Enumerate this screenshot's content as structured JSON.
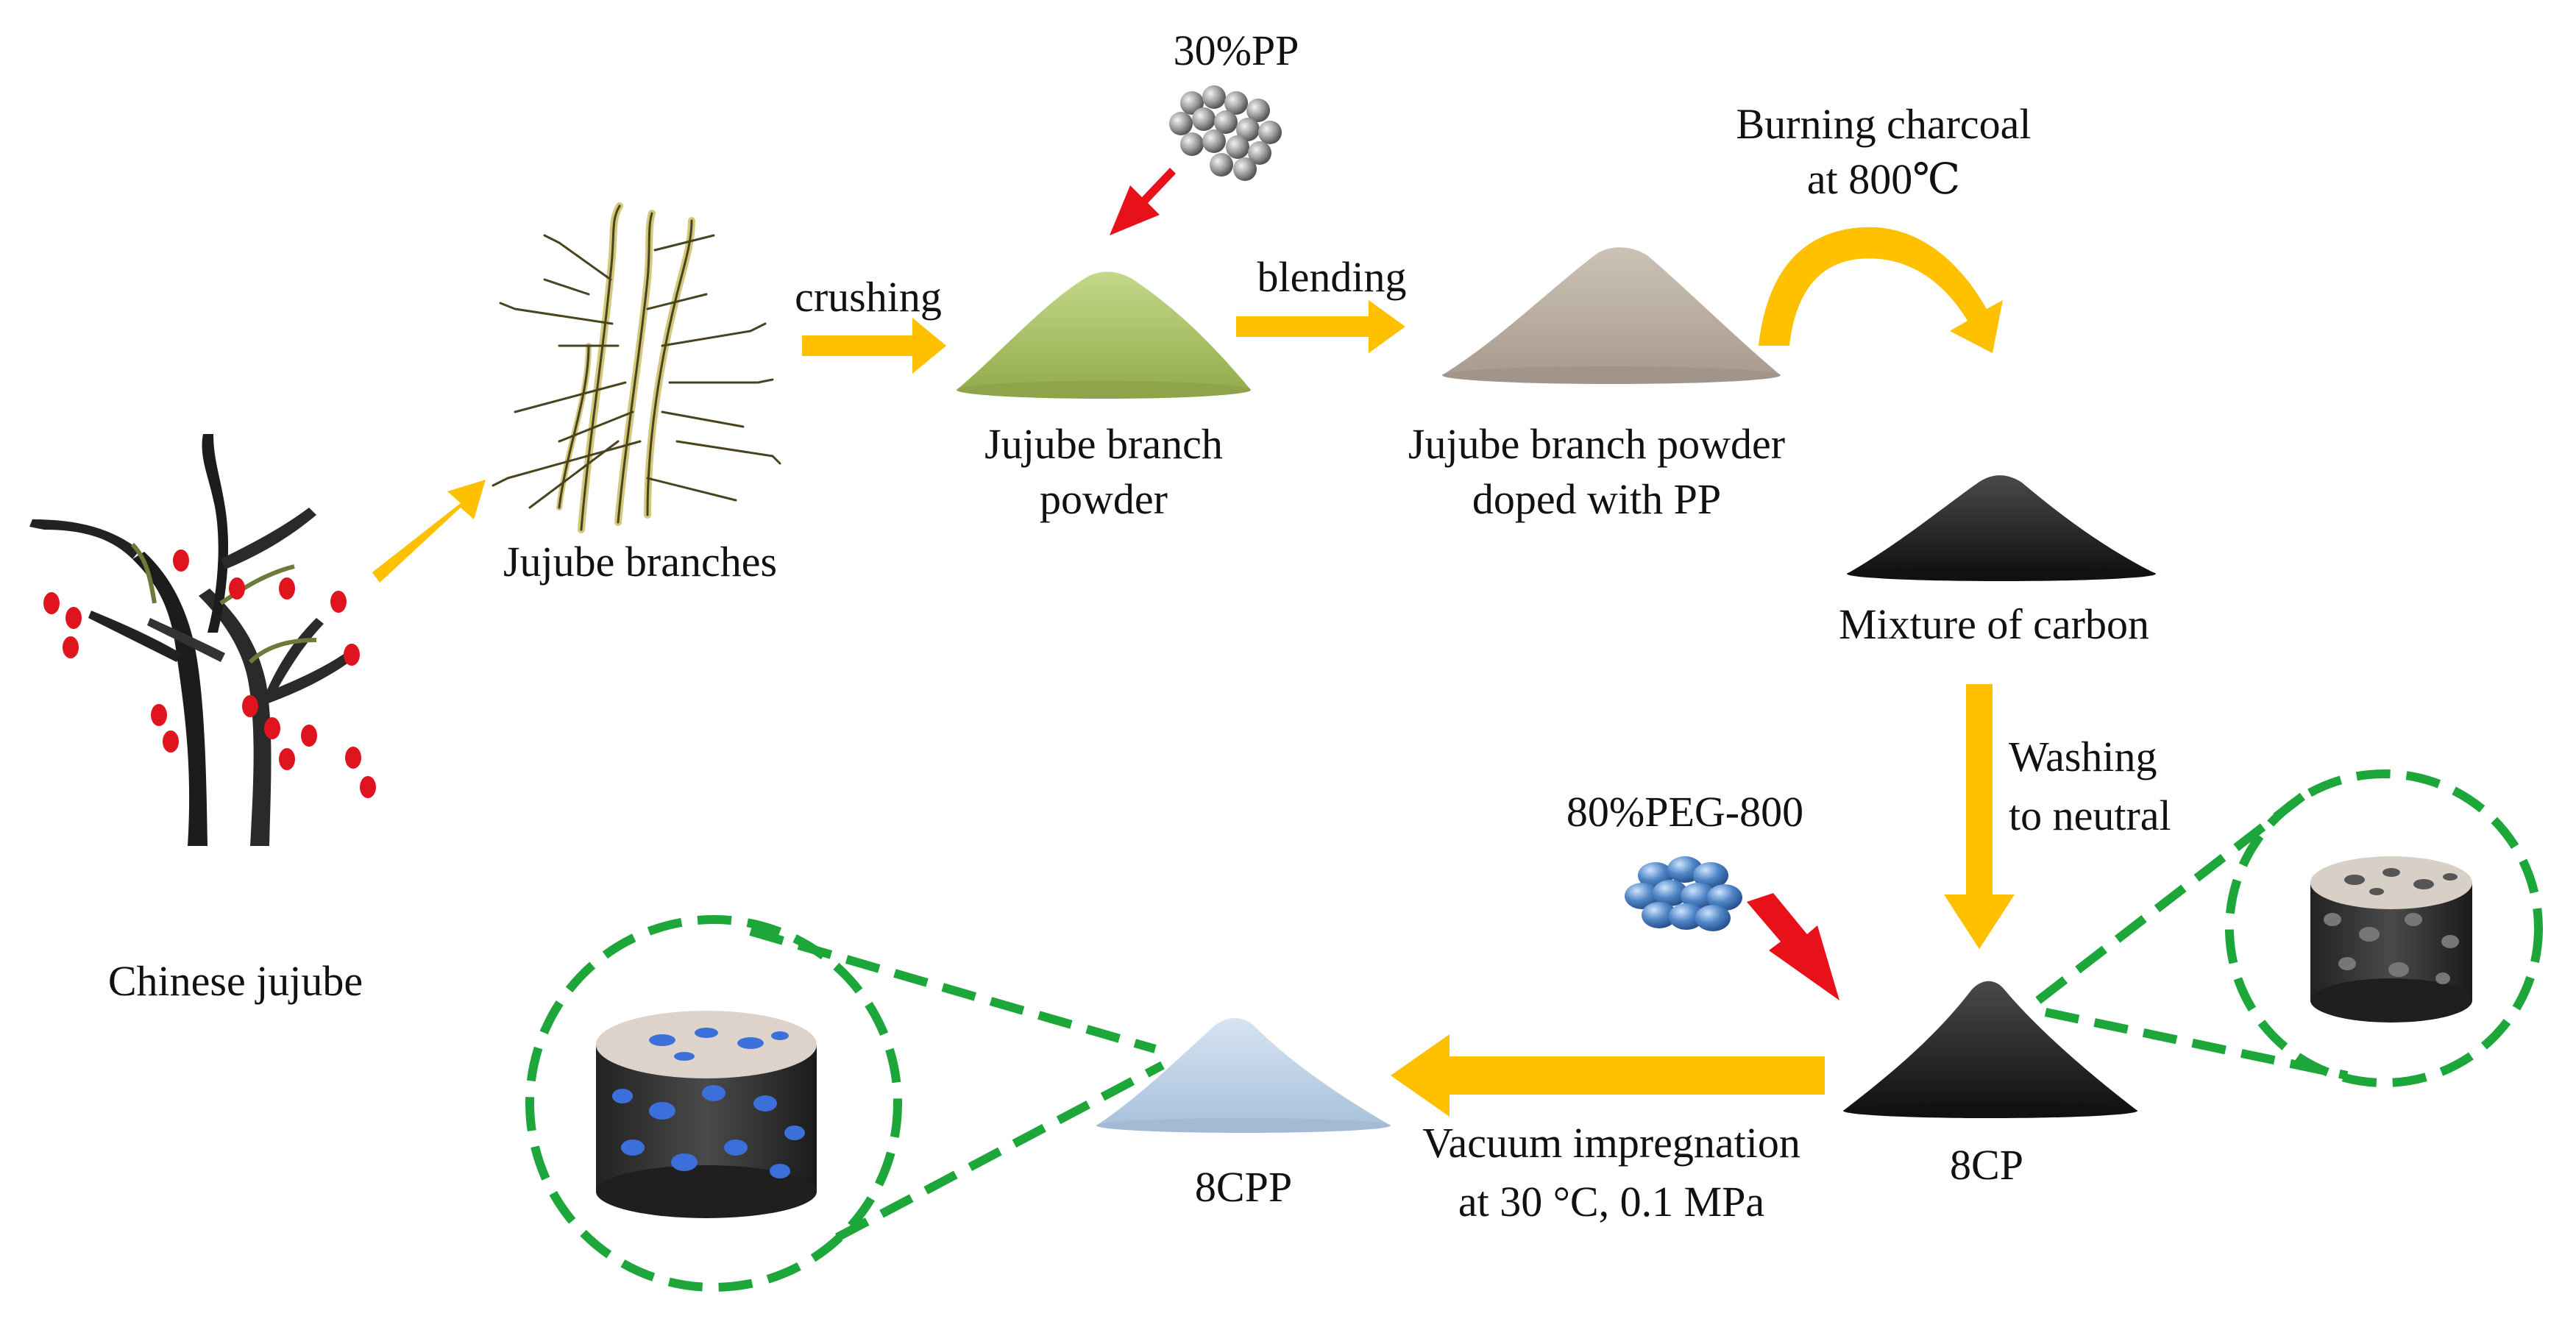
{
  "labels": {
    "chinese_jujube": "Chinese jujube",
    "jujube_branches": "Jujube branches",
    "crushing": "crushing",
    "pp_30": "30%PP",
    "jujube_powder_1": "Jujube branch",
    "jujube_powder_2": "powder",
    "blending": "blending",
    "doped_1": "Jujube branch powder",
    "doped_2": "doped with PP",
    "burning_1": "Burning charcoal",
    "burning_2": "at 800℃",
    "mixture": "Mixture of carbon",
    "washing_1": "Washing",
    "washing_2": "to neutral",
    "peg": "80%PEG-800",
    "cp": "8CP",
    "cpp": "8CPP",
    "vacuum_1": "Vacuum impregnation",
    "vacuum_2": "at 30 °C, 0.1 MPa"
  },
  "colors": {
    "arrow_yellow": "#FFC000",
    "arrow_red": "#E8111A",
    "dash_green": "#1DA63A",
    "powder_green": "#A8C060",
    "powder_beige": "#B9ADA0",
    "powder_blue": "#C0D3E6",
    "carbon_black": "#1E1E1E",
    "pp_gray": "#9A9A9A",
    "peg_blue": "#4F86C6"
  }
}
